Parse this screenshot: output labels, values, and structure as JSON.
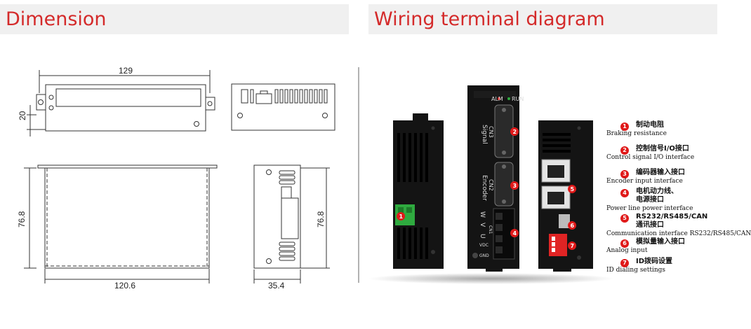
{
  "headers": {
    "dimension": "Dimension",
    "wiring": "Wiring terminal diagram"
  },
  "dimensions": {
    "top_width": "129",
    "height_20": "20",
    "side_height_left": "76.8",
    "side_height_right": "76.8",
    "bottom_width": "120.6",
    "depth": "35.4"
  },
  "device_labels": {
    "cn3": "CN3",
    "signal": "Signal",
    "cn2": "CN2",
    "encoder": "Encoder",
    "alm": "ALM",
    "run": "RUN",
    "w": "W",
    "v": "V",
    "u": "U",
    "cn1": "CN1",
    "vdc": "VDC",
    "gnd": "GND"
  },
  "legend": [
    {
      "num": "1",
      "cn": "制动电阻",
      "en": "Braking resistance"
    },
    {
      "num": "2",
      "cn": "控制信号I/O接口",
      "en": "Control signal I/O interface"
    },
    {
      "num": "3",
      "cn": "编码器输入接口",
      "en": "Encoder input interface"
    },
    {
      "num": "4",
      "cn": "电机动力线、\n电源接口",
      "en": "Power line power interface"
    },
    {
      "num": "5",
      "cn": "RS232/RS485/CAN\n通讯接口",
      "en": "Communication interface RS232/RS485/CAN"
    },
    {
      "num": "6",
      "cn": "模拟量输入接口",
      "en": "Analog input"
    },
    {
      "num": "7",
      "cn": "ID拨码设置",
      "en": "ID dialing settings"
    }
  ],
  "colors": {
    "accent": "#d42a2a",
    "badge": "#e01919",
    "device": "#141414",
    "terminal": "#2faa3f"
  }
}
